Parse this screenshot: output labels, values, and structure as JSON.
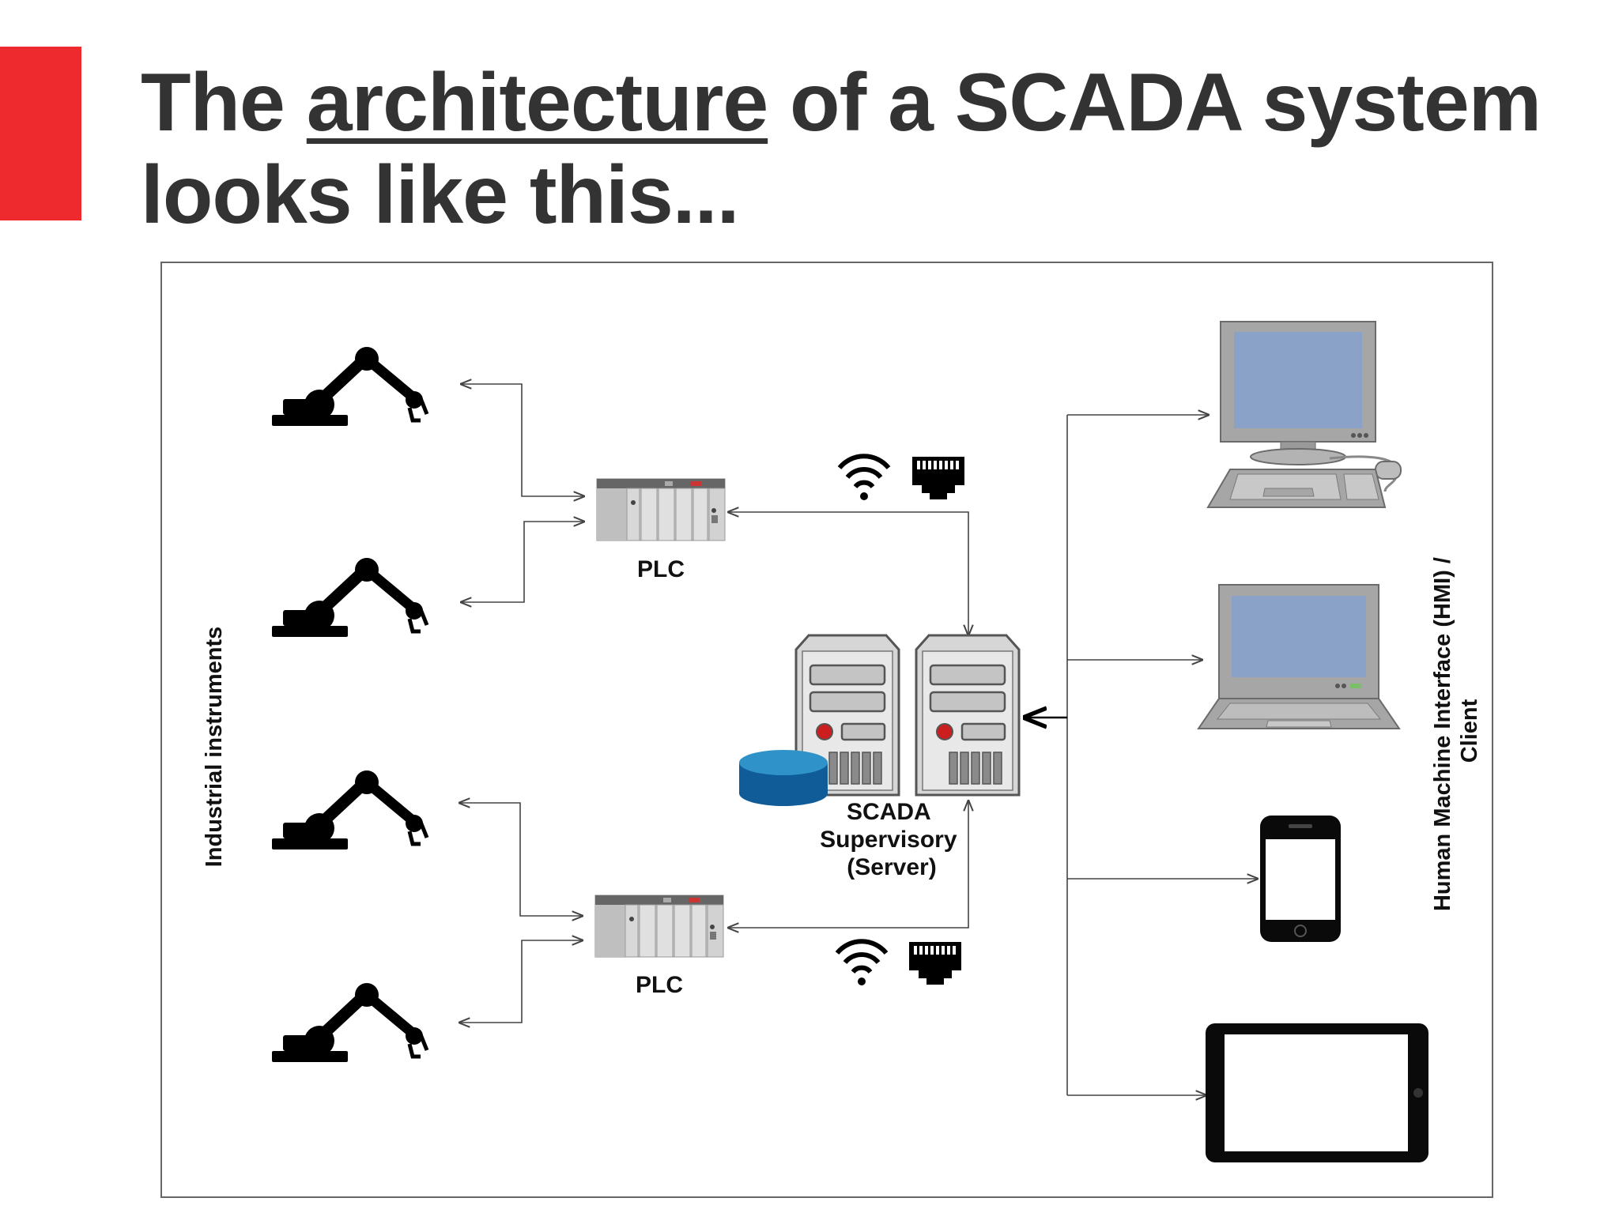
{
  "slide": {
    "title_part1": "The ",
    "title_link": "architecture",
    "title_part2": " of a SCADA system looks like this...",
    "accent_color": "#ee2a2e"
  },
  "diagram": {
    "left_label": "Industrial instruments",
    "right_label_line1": "Human Machine Interface (HMI) /",
    "right_label_line2": "Client",
    "plc_top_label": "PLC",
    "plc_bottom_label": "PLC",
    "server_label_line1": "SCADA",
    "server_label_line2": "Supervisory",
    "server_label_line3": "(Server)",
    "icons": [
      "robot-arm-icon",
      "plc-rack-icon",
      "wifi-icon",
      "ethernet-port-icon",
      "server-tower-icon",
      "database-icon",
      "desktop-computer-icon",
      "laptop-icon",
      "smartphone-icon",
      "tablet-icon"
    ]
  }
}
